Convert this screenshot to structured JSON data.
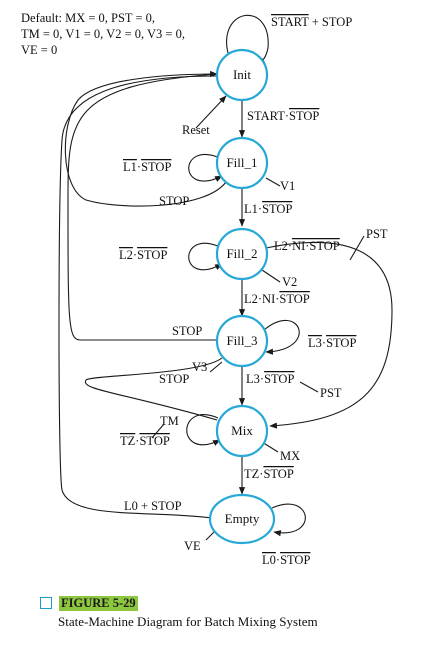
{
  "defaults": {
    "line1": "Default: MX = 0, PST = 0,",
    "line2": "TM = 0, V1 = 0, V2 = 0, V3 = 0,",
    "line3": "VE = 0"
  },
  "states": {
    "init": "Init",
    "fill1": "Fill_1",
    "fill2": "Fill_2",
    "fill3": "Fill_3",
    "mix": "Mix",
    "empty": "Empty"
  },
  "labels": {
    "init_self": {
      "bar": "START",
      "rest": " + STOP"
    },
    "start_stop": {
      "a": "START·",
      "bar": "STOP"
    },
    "reset": "Reset",
    "fill1_self": {
      "bar1": "L1",
      "dot": "·",
      "bar2": "STOP"
    },
    "stop1": "STOP",
    "v1": "V1",
    "l1_stop": {
      "a": "L1·",
      "bar": "STOP"
    },
    "pst1": "PST",
    "fill2_self": {
      "bar1": "L2",
      "dot": "·",
      "bar2": "STOP"
    },
    "l2_ni_stop_right": {
      "a": "L2·",
      "bar": "NI·STOP"
    },
    "v2": "V2",
    "l2_ni_stop_down": {
      "a": "L2·NI·",
      "bar": "STOP"
    },
    "stop3": "STOP",
    "fill3_self": {
      "bar1": "L3",
      "dot": "·",
      "bar2": "STOP"
    },
    "v3": "V3",
    "stop4": "STOP",
    "l3_stop": {
      "a": "L3·",
      "bar": "STOP"
    },
    "pst2": "PST",
    "tm": "TM",
    "mix_self": {
      "bar1": "TZ",
      "dot": "·",
      "bar2": "STOP"
    },
    "mx": "MX",
    "tz_stop": {
      "a": "TZ·",
      "bar": "STOP"
    },
    "l0_stop": "L0 + STOP",
    "ve": "VE",
    "empty_self": {
      "bar1": "L0",
      "dot": "·",
      "bar2": "STOP"
    }
  },
  "caption": {
    "tag": "FIGURE 5-29",
    "text": "State-Machine Diagram for Batch Mixing System"
  }
}
